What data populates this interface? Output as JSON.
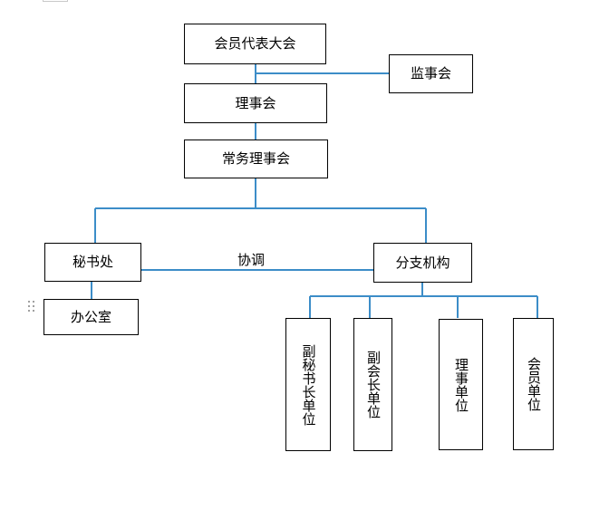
{
  "nodes": {
    "assembly": "会员代表大会",
    "supervisors": "监事会",
    "council": "理事会",
    "standing_council": "常务理事会",
    "secretariat": "秘书处",
    "branches": "分支机构",
    "office": "办公室",
    "vice_secretary_general_units": "副秘书长单位",
    "vice_president_units": "副会长单位",
    "council_member_units": "理事单位",
    "member_units": "会员单位"
  },
  "edge_labels": {
    "coordination": "协调"
  },
  "colors": {
    "connector": "#3c8dc8",
    "box_border": "#000000"
  }
}
